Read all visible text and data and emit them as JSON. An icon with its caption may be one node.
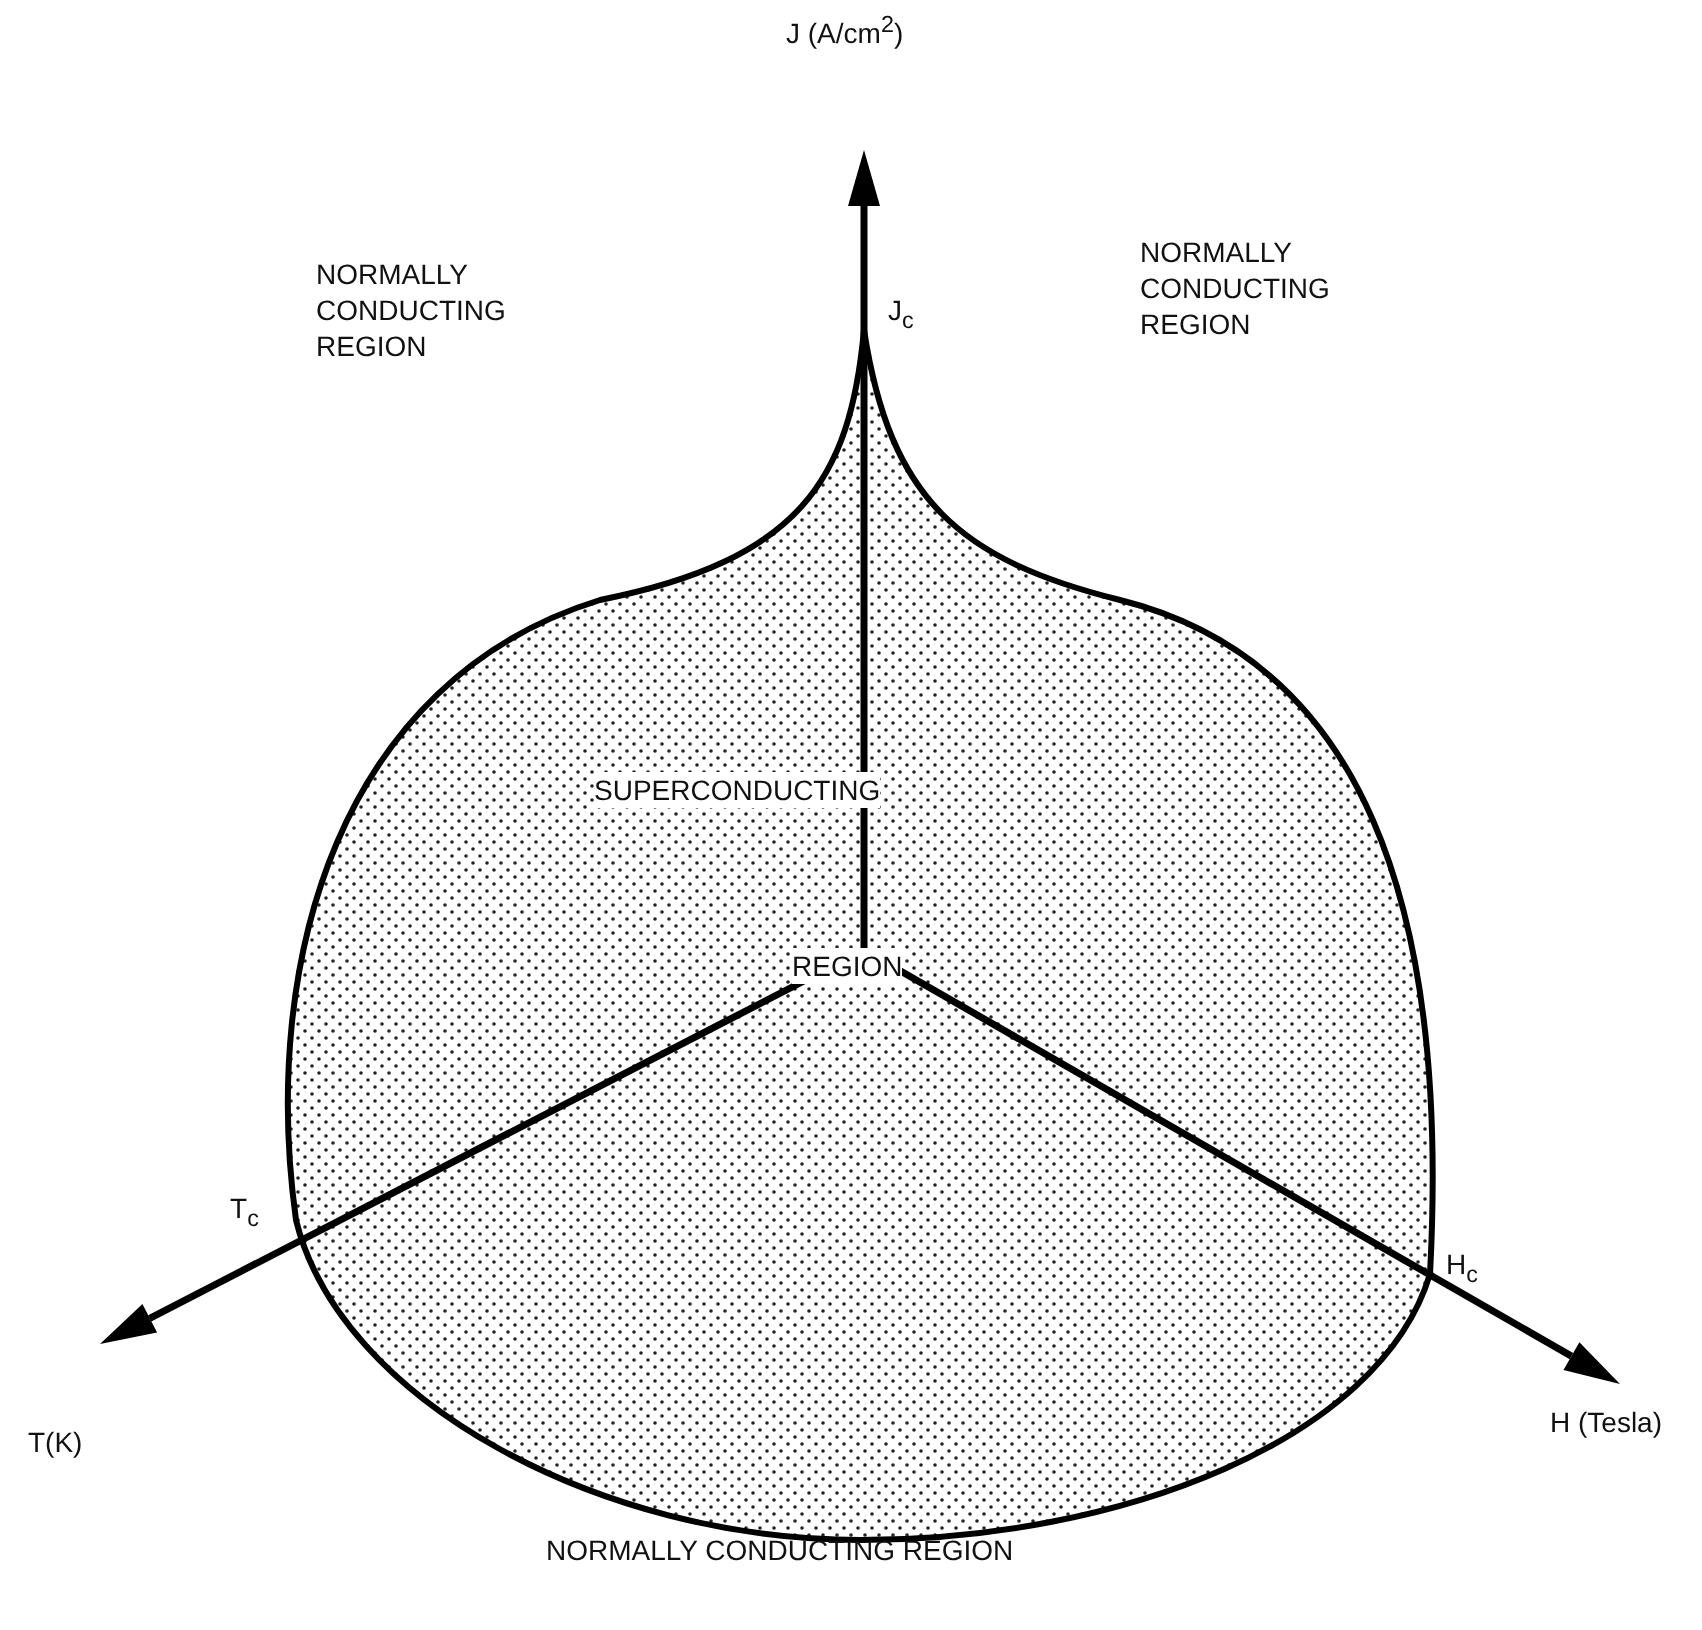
{
  "diagram": {
    "nodes": [
      {
        "text": [
          "SUPERCONDUCTING",
          "REGION"
        ]
      }
    ],
    "labels": [
      "J (A/cm$^{2}$)",
      "J$_{c}$",
      "NORMALLY CONDUCTING REGION",
      "NORMALLY CONDUCTING REGION",
      "T$_{c}$",
      "H$_{c}$",
      "T(K)",
      "H (Tesla)",
      "NORMALLY CONDUCTING REGION"
    ]
  }
}
